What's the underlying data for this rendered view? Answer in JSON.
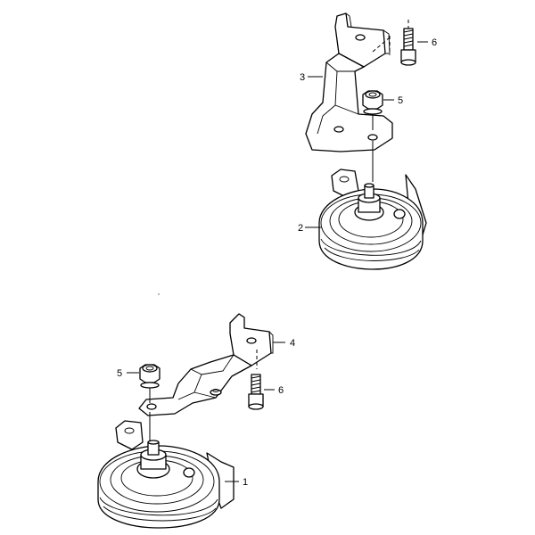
{
  "callouts": {
    "upper": {
      "bracket": "3",
      "bolt": "6",
      "nut": "5",
      "horn": "2"
    },
    "lower": {
      "bracket": "4",
      "bolt": "6",
      "nut": "5",
      "horn": "1"
    }
  },
  "colors": {
    "line": "#000000",
    "background": "#ffffff"
  }
}
